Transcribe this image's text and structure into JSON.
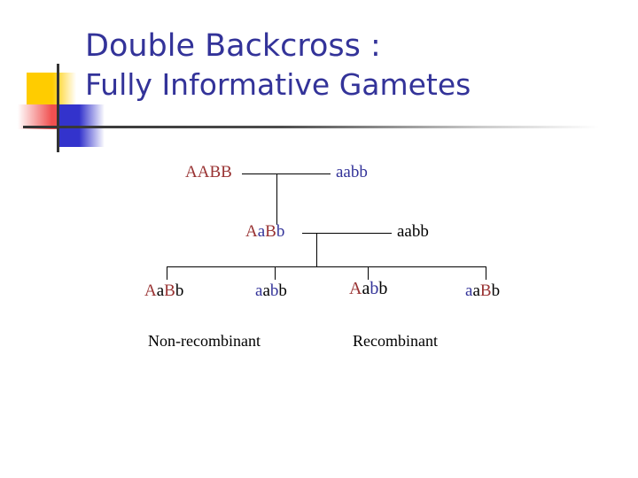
{
  "slide": {
    "title_line1": "Double Backcross :",
    "title_line2": "Fully Informative Gametes",
    "title_color": "#333399",
    "background_color": "#ffffff"
  },
  "logo": {
    "name": "decorative-square-crosshair",
    "yellow": "#FFCC00",
    "red": "#F05050",
    "blue": "#3333CC",
    "crosshair": "#333333"
  },
  "colors": {
    "allele_red": "#993333",
    "allele_blue": "#333399",
    "allele_black": "#000000",
    "line": "#000000"
  },
  "diagram": {
    "type": "pedigree-cross",
    "generation1": {
      "parent_left": {
        "text": "AABB",
        "parts": [
          {
            "t": "AABB",
            "c": "red"
          }
        ]
      },
      "parent_right": {
        "text": "aabb",
        "parts": [
          {
            "t": "aabb",
            "c": "blue"
          }
        ]
      }
    },
    "generation2": {
      "parent_left": {
        "text": "AaBb",
        "parts": [
          {
            "t": "A",
            "c": "red"
          },
          {
            "t": "a",
            "c": "blue"
          },
          {
            "t": "B",
            "c": "red"
          },
          {
            "t": "b",
            "c": "blue"
          }
        ]
      },
      "parent_right": {
        "text": "aabb",
        "parts": [
          {
            "t": "aabb",
            "c": "black"
          }
        ]
      }
    },
    "offspring": [
      {
        "text": "AaBb",
        "parts": [
          {
            "t": "A",
            "c": "red"
          },
          {
            "t": "a",
            "c": "black"
          },
          {
            "t": "B",
            "c": "red"
          },
          {
            "t": "b",
            "c": "black"
          }
        ]
      },
      {
        "text": "aabb",
        "parts": [
          {
            "t": "a",
            "c": "blue"
          },
          {
            "t": "a",
            "c": "black"
          },
          {
            "t": "b",
            "c": "blue"
          },
          {
            "t": "b",
            "c": "black"
          }
        ]
      },
      {
        "text": "Aabb",
        "parts": [
          {
            "t": "A",
            "c": "red"
          },
          {
            "t": "a",
            "c": "black"
          },
          {
            "t": "b",
            "c": "blue"
          },
          {
            "t": "b",
            "c": "black"
          }
        ]
      },
      {
        "text": "aaBb",
        "parts": [
          {
            "t": "a",
            "c": "blue"
          },
          {
            "t": "a",
            "c": "black"
          },
          {
            "t": "B",
            "c": "red"
          },
          {
            "t": "b",
            "c": "black"
          }
        ]
      }
    ],
    "classification_labels": [
      {
        "text": "Non-recombinant"
      },
      {
        "text": "Recombinant"
      }
    ]
  }
}
